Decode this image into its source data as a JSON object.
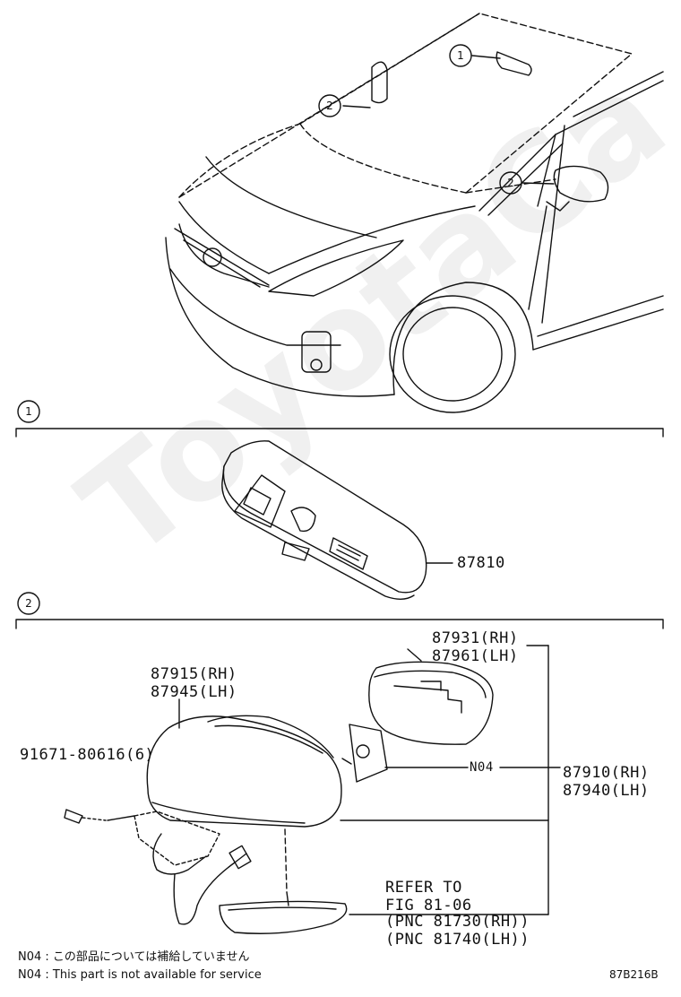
{
  "watermark": "ToyotaCa",
  "overview": {
    "callouts": [
      "1",
      "2",
      "2"
    ]
  },
  "sections": [
    {
      "number": "1",
      "part_label": "87810"
    },
    {
      "number": "2"
    }
  ],
  "parts": {
    "mirror_cover_rh": "87915(RH)",
    "mirror_cover_lh": "87945(LH)",
    "screw": "91671-80616(6)",
    "glass_rh": "87931(RH)",
    "glass_lh": "87961(LH)",
    "n04_tag": "N04",
    "assy_rh": "87910(RH)",
    "assy_lh": "87940(LH)",
    "refer_line1": "REFER TO",
    "refer_line2": "FIG 81-06",
    "refer_line3": "(PNC 81730(RH))",
    "refer_line4": "(PNC 81740(LH))"
  },
  "notes": [
    "N04 : この部品については補給していません",
    "N04 : This part is not available for service"
  ],
  "figure_code": "87B216B"
}
